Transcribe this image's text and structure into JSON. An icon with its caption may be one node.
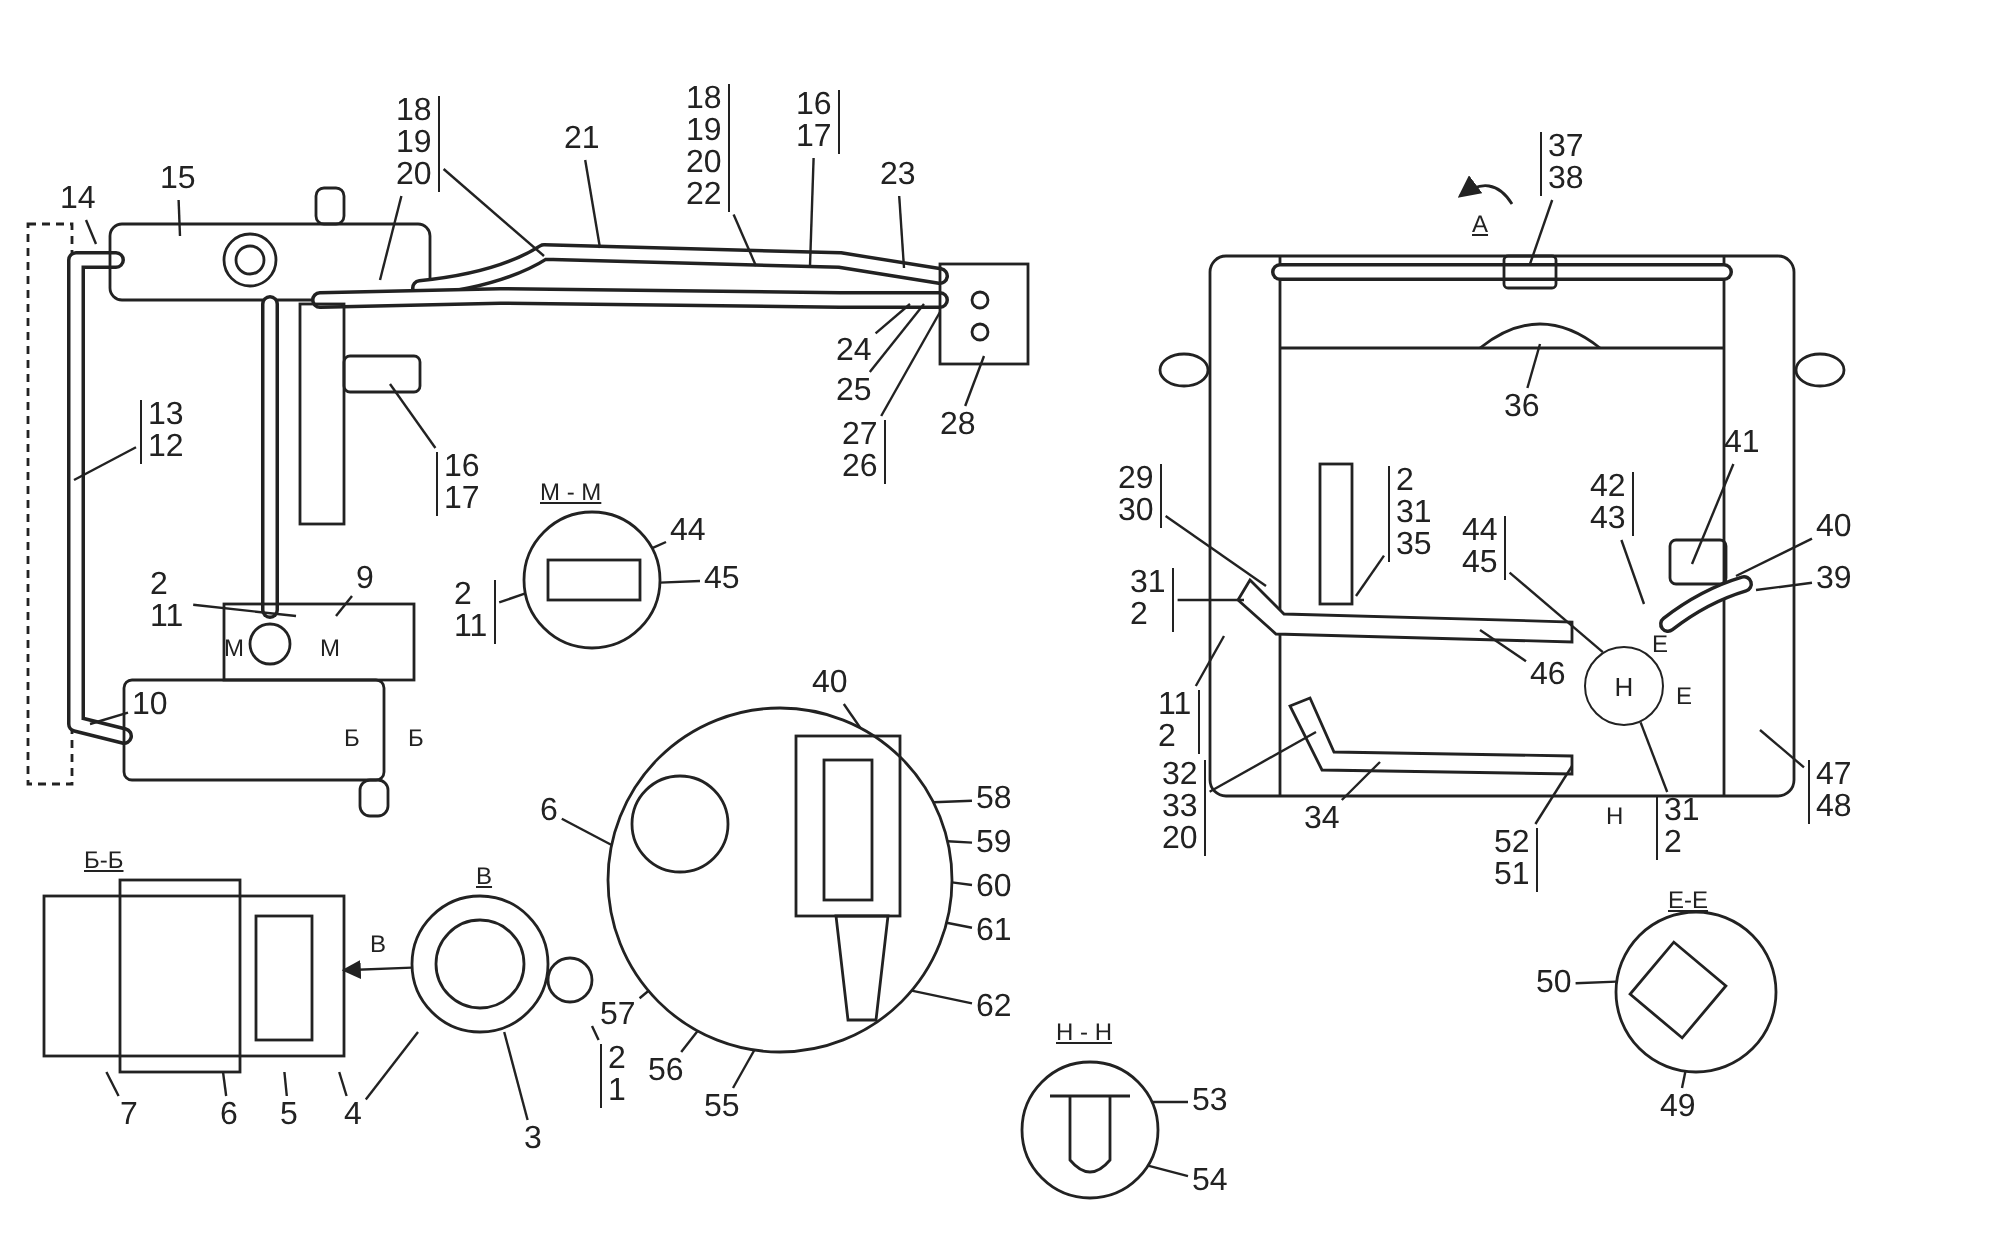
{
  "diagram": {
    "nodes": [
      {
        "text": [
          "14"
        ]
      },
      {
        "text": [
          "15"
        ]
      },
      {
        "text": [
          "18",
          "19",
          "20"
        ]
      },
      {
        "text": [
          "21"
        ]
      },
      {
        "text": [
          "18",
          "19",
          "20",
          "22"
        ]
      },
      {
        "text": [
          "16",
          "17"
        ]
      },
      {
        "text": [
          "23"
        ]
      },
      {
        "text": [
          "24"
        ]
      },
      {
        "text": [
          "25"
        ]
      },
      {
        "text": [
          "27",
          "26"
        ]
      },
      {
        "text": [
          "28"
        ]
      },
      {
        "text": [
          "13",
          "12"
        ]
      },
      {
        "text": [
          "16",
          "17"
        ]
      },
      {
        "text": [
          "2",
          "11"
        ]
      },
      {
        "text": [
          "9"
        ]
      },
      {
        "text": [
          "10"
        ]
      },
      {
        "text": [
          "2",
          "11"
        ]
      },
      {
        "text": [
          "44"
        ]
      },
      {
        "text": [
          "45"
        ]
      },
      {
        "text": [
          "37",
          "38"
        ]
      },
      {
        "text": [
          "36"
        ]
      },
      {
        "text": [
          "29",
          "30"
        ]
      },
      {
        "text": [
          "31",
          "2"
        ]
      },
      {
        "text": [
          "2",
          "31",
          "35"
        ]
      },
      {
        "text": [
          "44",
          "45"
        ]
      },
      {
        "text": [
          "42",
          "43"
        ]
      },
      {
        "text": [
          "41"
        ]
      },
      {
        "text": [
          "40"
        ]
      },
      {
        "text": [
          "39"
        ]
      },
      {
        "text": [
          "46"
        ]
      },
      {
        "text": [
          "11",
          "2"
        ]
      },
      {
        "text": [
          "32",
          "33",
          "20"
        ]
      },
      {
        "text": [
          "34"
        ]
      },
      {
        "text": [
          "52",
          "51"
        ]
      },
      {
        "text": [
          "31",
          "2"
        ]
      },
      {
        "text": [
          "47",
          "48"
        ]
      },
      {
        "text": [
          "50"
        ]
      },
      {
        "text": [
          "49"
        ]
      },
      {
        "text": [
          "7"
        ]
      },
      {
        "text": [
          "6"
        ]
      },
      {
        "text": [
          "5"
        ]
      },
      {
        "text": [
          "4"
        ]
      },
      {
        "text": [
          "2",
          "1"
        ]
      },
      {
        "text": [
          "3"
        ]
      },
      {
        "text": [
          "6"
        ]
      },
      {
        "text": [
          "40"
        ]
      },
      {
        "text": [
          "58"
        ]
      },
      {
        "text": [
          "59"
        ]
      },
      {
        "text": [
          "60"
        ]
      },
      {
        "text": [
          "61"
        ]
      },
      {
        "text": [
          "57"
        ]
      },
      {
        "text": [
          "56"
        ]
      },
      {
        "text": [
          "55"
        ]
      },
      {
        "text": [
          "62"
        ]
      },
      {
        "text": [
          "53"
        ]
      },
      {
        "text": [
          "54"
        ]
      },
      {
        "text": [
          "Н"
        ],
        "beside": [
          "Е",
          "Е"
        ]
      },
      {
        "text": [],
        "shape": "picture",
        "beside": [
          "М - М"
        ]
      },
      {
        "text": [],
        "shape": "picture",
        "beside": [
          "Е-Е"
        ]
      },
      {
        "text": [],
        "shape": "picture",
        "beside": [
          "Н - Н"
        ]
      },
      {
        "text": [],
        "shape": "picture"
      },
      {
        "text": [],
        "shape": "picture",
        "beside": [
          "В"
        ]
      },
      {
        "text": [],
        "shape": "picture",
        "beside": [
          "Б-Б"
        ]
      }
    ],
    "edges": [
      {
        "from": 0,
        "to": null,
        "arrow": "none"
      },
      {
        "from": 1,
        "to": null,
        "arrow": "none"
      },
      {
        "from": 2,
        "to": null,
        "arrow": "none"
      },
      {
        "from": 3,
        "to": null,
        "arrow": "none"
      },
      {
        "from": 4,
        "to": null,
        "arrow": "none"
      },
      {
        "from": 5,
        "to": null,
        "arrow": "none"
      },
      {
        "from": 6,
        "to": null,
        "arrow": "none"
      },
      {
        "from": 7,
        "to": null,
        "arrow": "none"
      },
      {
        "from": 8,
        "to": null,
        "arrow": "none"
      },
      {
        "from": 9,
        "to": null,
        "arrow": "none"
      },
      {
        "from": 10,
        "to": null,
        "arrow": "none"
      },
      {
        "from": 11,
        "to": null,
        "arrow": "none"
      },
      {
        "from": 12,
        "to": null,
        "arrow": "none"
      },
      {
        "from": 13,
        "to": null,
        "arrow": "none"
      },
      {
        "from": 14,
        "to": null,
        "arrow": "none"
      },
      {
        "from": 15,
        "to": null,
        "arrow": "none"
      },
      {
        "from": 16,
        "to": 57,
        "arrow": "none"
      },
      {
        "from": 17,
        "to": 57,
        "arrow": "none"
      },
      {
        "from": 18,
        "to": 57,
        "arrow": "none"
      },
      {
        "from": 19,
        "to": null,
        "arrow": "none"
      },
      {
        "from": 20,
        "to": null,
        "arrow": "none"
      },
      {
        "from": 21,
        "to": null,
        "arrow": "none"
      },
      {
        "from": 22,
        "to": null,
        "arrow": "none"
      },
      {
        "from": 23,
        "to": null,
        "arrow": "none"
      },
      {
        "from": 24,
        "to": 56,
        "arrow": "none"
      },
      {
        "from": 25,
        "to": null,
        "arrow": "none"
      },
      {
        "from": 26,
        "to": null,
        "arrow": "none"
      },
      {
        "from": 27,
        "to": null,
        "arrow": "none"
      },
      {
        "from": 28,
        "to": null,
        "arrow": "none"
      },
      {
        "from": 29,
        "to": null,
        "arrow": "none"
      },
      {
        "from": 30,
        "to": null,
        "arrow": "none"
      },
      {
        "from": 31,
        "to": null,
        "arrow": "none"
      },
      {
        "from": 32,
        "to": null,
        "arrow": "none"
      },
      {
        "from": 33,
        "to": null,
        "arrow": "none"
      },
      {
        "from": 34,
        "to": 56,
        "arrow": "none"
      },
      {
        "from": 35,
        "to": null,
        "arrow": "none"
      },
      {
        "from": 36,
        "to": 58,
        "arrow": "none"
      },
      {
        "from": 37,
        "to": 58,
        "arrow": "none"
      },
      {
        "from": 38,
        "to": 62,
        "arrow": "none"
      },
      {
        "from": 39,
        "to": 62,
        "arrow": "none"
      },
      {
        "from": 40,
        "to": 62,
        "arrow": "none"
      },
      {
        "from": 41,
        "to": 62,
        "arrow": "none"
      },
      {
        "from": 42,
        "to": 61,
        "arrow": "none"
      },
      {
        "from": 43,
        "to": 61,
        "arrow": "none"
      },
      {
        "from": 44,
        "to": 60,
        "arrow": "none"
      },
      {
        "from": 45,
        "to": 60,
        "arrow": "none"
      },
      {
        "from": 46,
        "to": 60,
        "arrow": "none"
      },
      {
        "from": 47,
        "to": 60,
        "arrow": "none"
      },
      {
        "from": 48,
        "to": 60,
        "arrow": "none"
      },
      {
        "from": 49,
        "to": 60,
        "arrow": "none"
      },
      {
        "from": 50,
        "to": 60,
        "arrow": "none"
      },
      {
        "from": 51,
        "to": 60,
        "arrow": "none"
      },
      {
        "from": 52,
        "to": 60,
        "arrow": "none"
      },
      {
        "from": 53,
        "to": 60,
        "arrow": "none"
      },
      {
        "from": 54,
        "to": 59,
        "arrow": "none"
      },
      {
        "from": 55,
        "to": 59,
        "arrow": "none"
      },
      {
        "from": 2,
        "to": null,
        "arrow": "none"
      },
      {
        "from": 41,
        "to": 61,
        "arrow": "none"
      },
      {
        "from": 61,
        "to": 62,
        "arrow": "to",
        "label": "В"
      }
    ],
    "labels": [
      "А",
      "М",
      "М",
      "Б",
      "Б",
      "Н"
    ]
  }
}
